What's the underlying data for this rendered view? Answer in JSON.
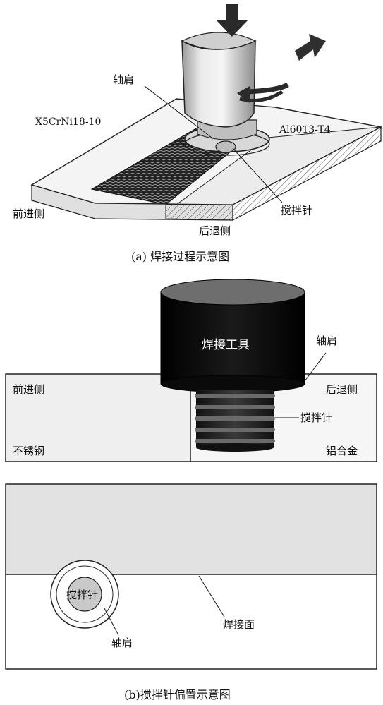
{
  "panel_a": {
    "caption": "(a) 焊接过程示意图",
    "labels": {
      "shoulder": "轴肩",
      "steel": "X5CrNi18-10",
      "aluminum": "Al6013-T4",
      "advancing": "前进侧",
      "retreating": "后退侧",
      "pin": "搅拌针"
    }
  },
  "panel_b": {
    "caption": "(b)搅拌针偏置示意图",
    "cross_section": {
      "tool": "焊接工具",
      "shoulder": "轴肩",
      "advancing": "前进侧",
      "retreating": "后退侧",
      "pin": "搅拌针",
      "steel": "不锈钢",
      "aluminum": "铝合金"
    },
    "top_view": {
      "pin": "搅拌针",
      "shoulder": "轴肩",
      "weld_interface": "焊接面"
    }
  }
}
